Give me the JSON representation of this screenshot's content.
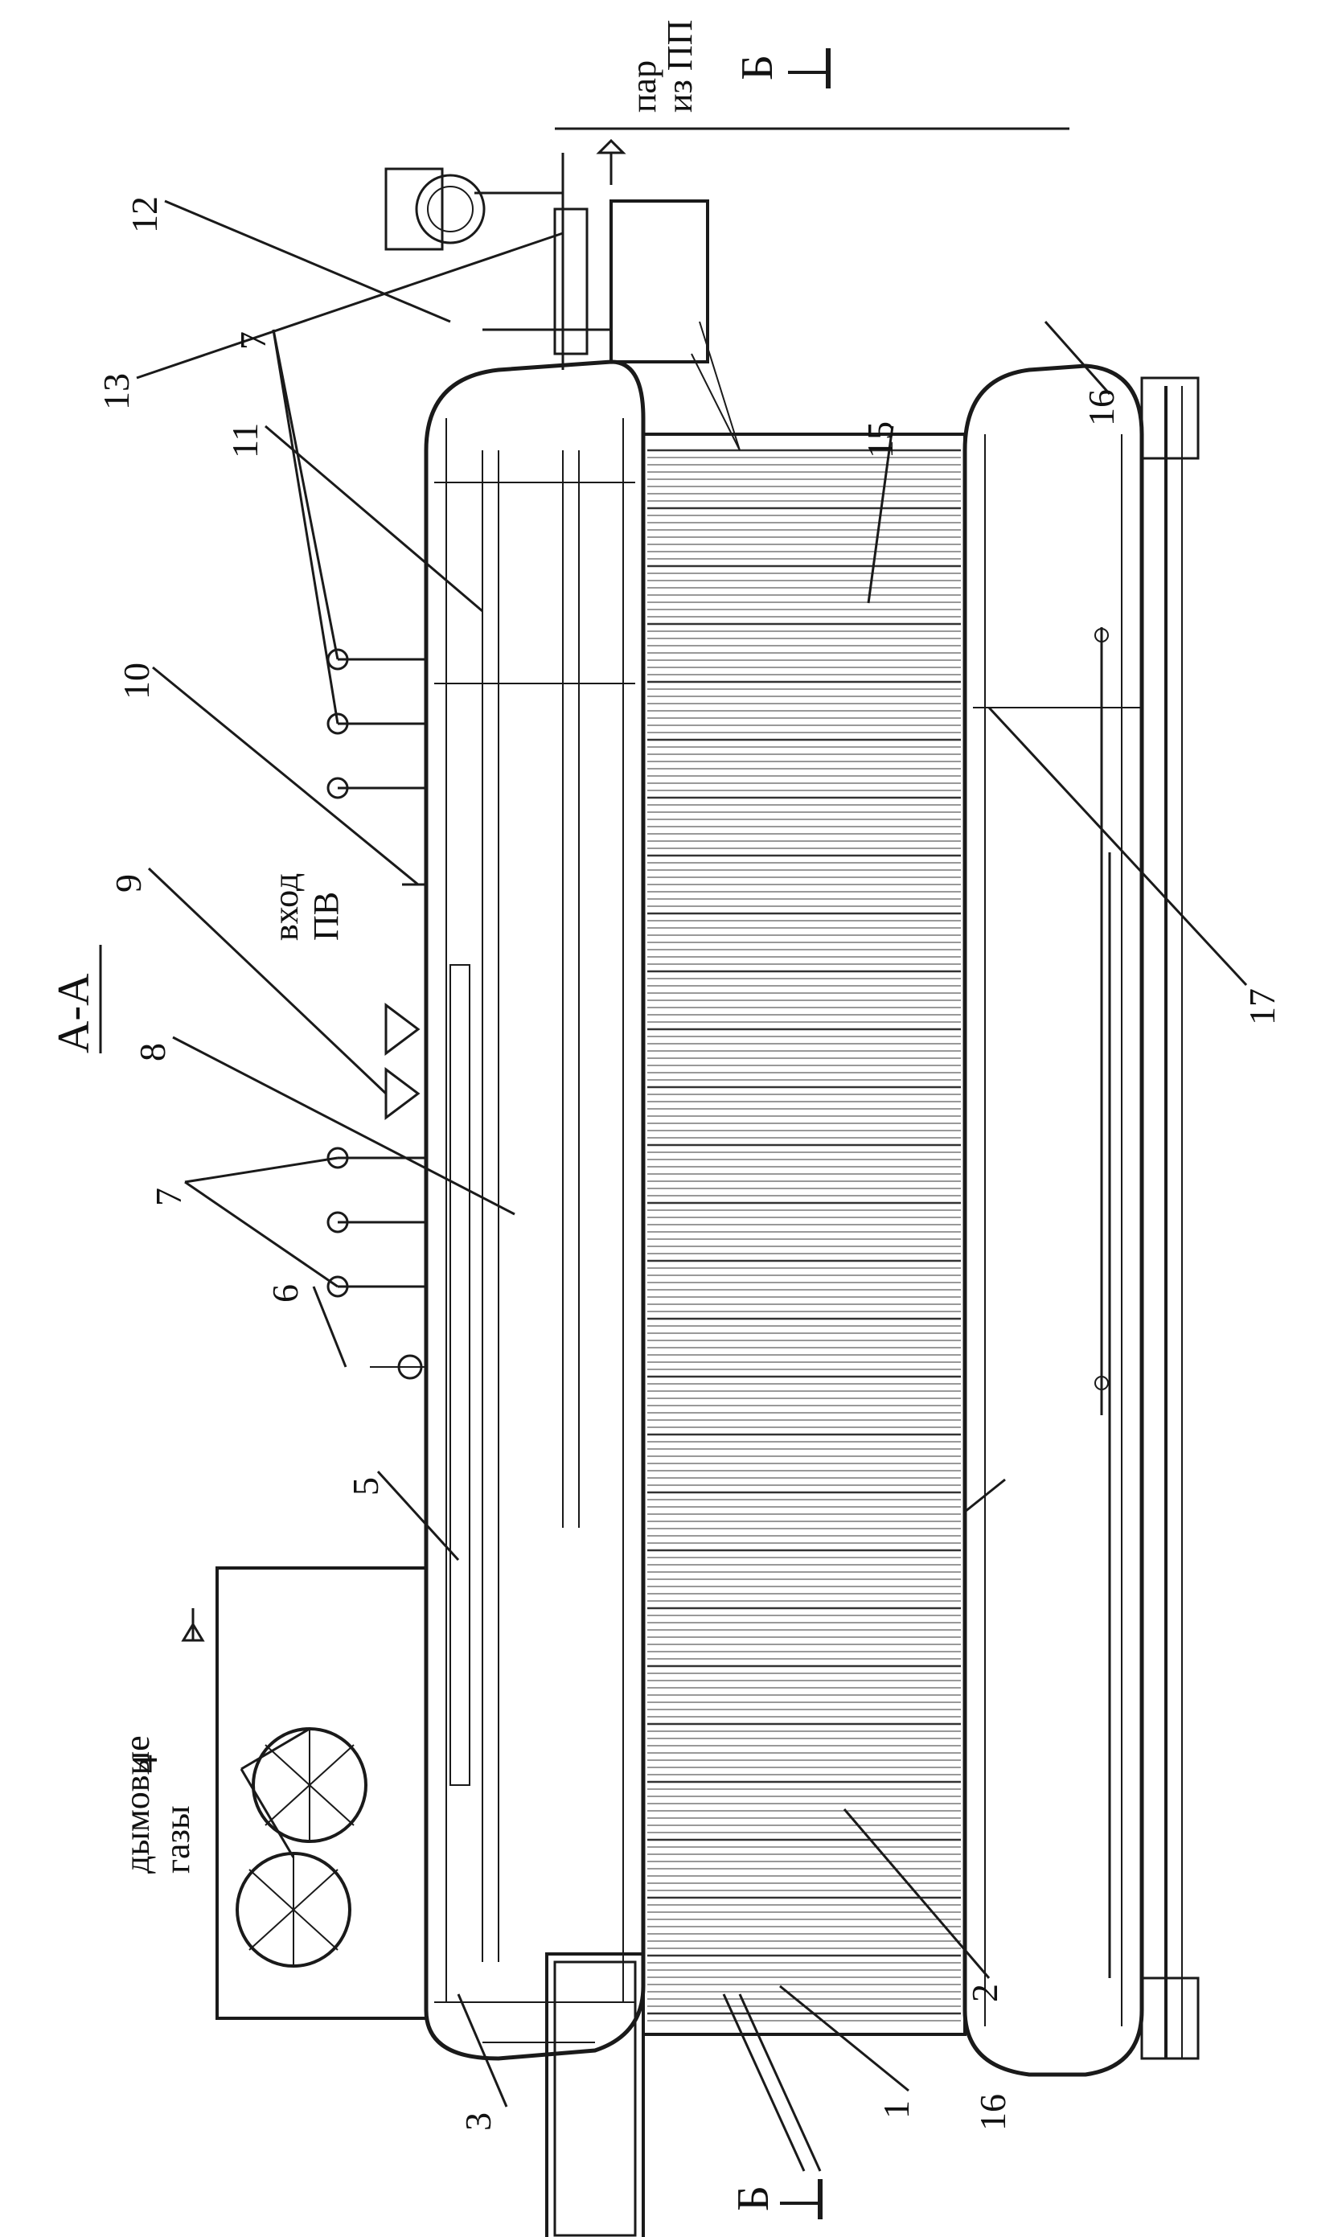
{
  "section_title": "А-А",
  "callouts": [
    "1",
    "2",
    "3",
    "4",
    "5",
    "6",
    "7",
    "8",
    "9",
    "10",
    "11",
    "12",
    "13",
    "15",
    "16",
    "17"
  ],
  "annotations": {
    "flue_gas_line1": "дымовые",
    "flue_gas_line2": "газы",
    "steam_line1": "пар",
    "steam_line2": "из ПП",
    "feedwater_line1": "вход",
    "feedwater_line2": "ПВ",
    "cut_mark": "Б"
  }
}
